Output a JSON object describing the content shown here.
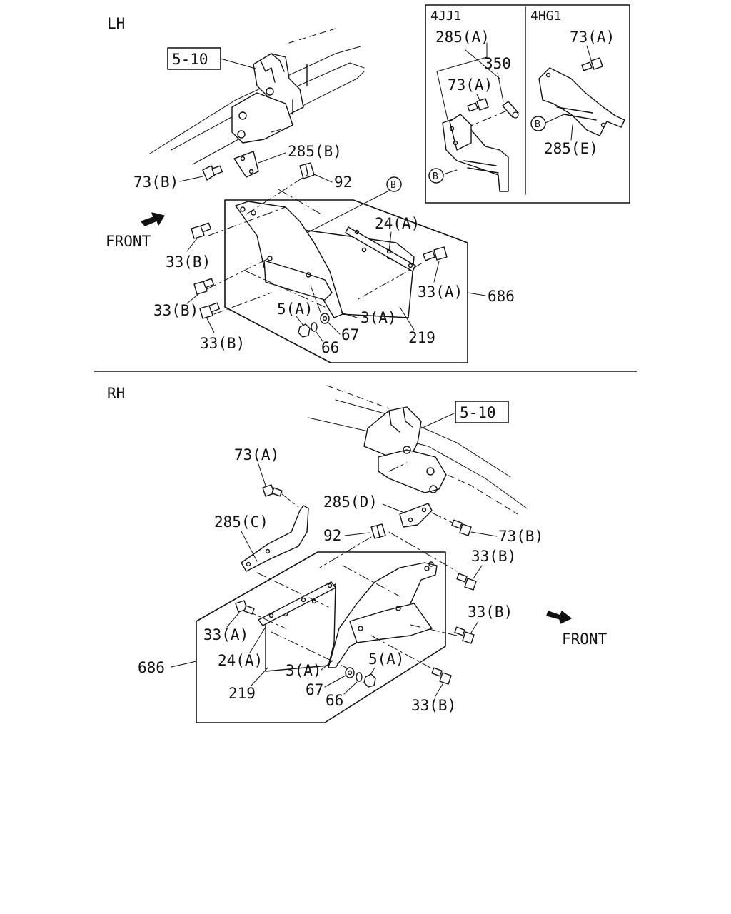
{
  "sections": {
    "lh": "LH",
    "rh": "RH",
    "variant_left": "4JJ1",
    "variant_right": "4HG1"
  },
  "callouts": {
    "ref_box": "5-10",
    "circle_b": "B"
  },
  "labels": {
    "front": "FRONT",
    "p285a": "285(A)",
    "p285b": "285(B)",
    "p285c": "285(C)",
    "p285d": "285(D)",
    "p285e": "285(E)",
    "p350": "350",
    "p73a": "73(A)",
    "p73b": "73(B)",
    "p92": "92",
    "p33a": "33(A)",
    "p33b": "33(B)",
    "p24a": "24(A)",
    "p686": "686",
    "p5a": "5(A)",
    "p3a": "3(A)",
    "p67": "67",
    "p66": "66",
    "p219": "219"
  }
}
